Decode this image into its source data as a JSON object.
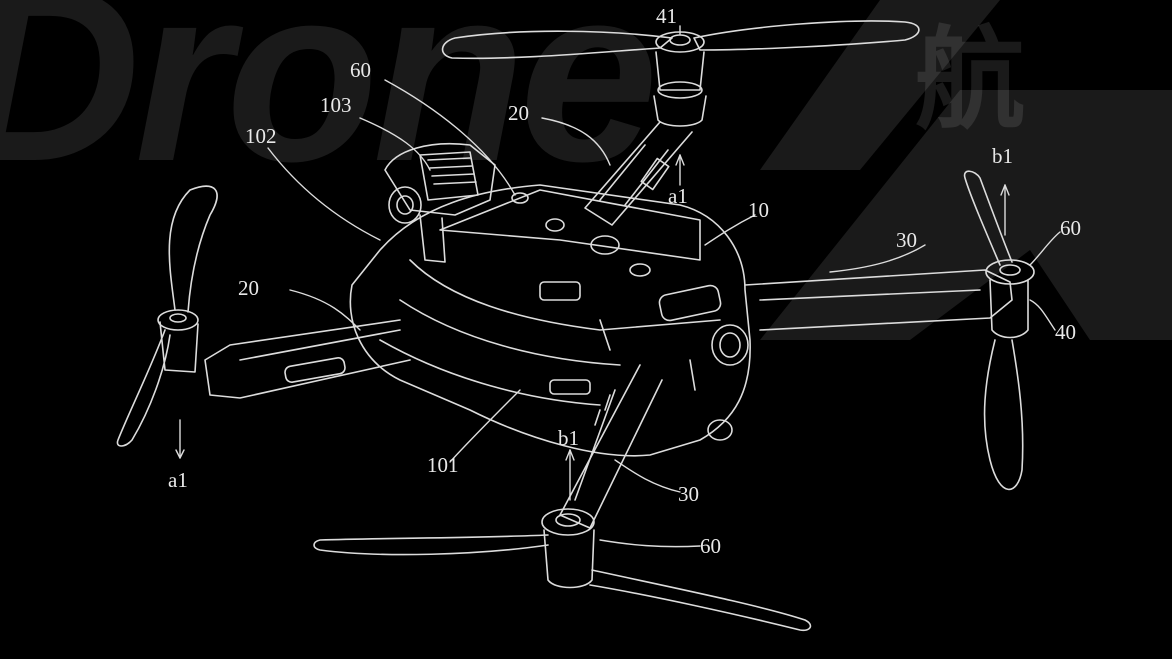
{
  "watermark": {
    "text": "Drone",
    "cjk": "航"
  },
  "labels": {
    "l41": "41",
    "l60_top": "60",
    "l103": "103",
    "l102": "102",
    "l20_top": "20",
    "l20_left": "20",
    "l10": "10",
    "la1_top": "a1",
    "la1_left": "a1",
    "lb1_right": "b1",
    "lb1_bottom": "b1",
    "l30_right": "30",
    "l30_bottom": "30",
    "l60_right": "60",
    "l40": "40",
    "l101": "101",
    "l60_bottom": "60"
  }
}
